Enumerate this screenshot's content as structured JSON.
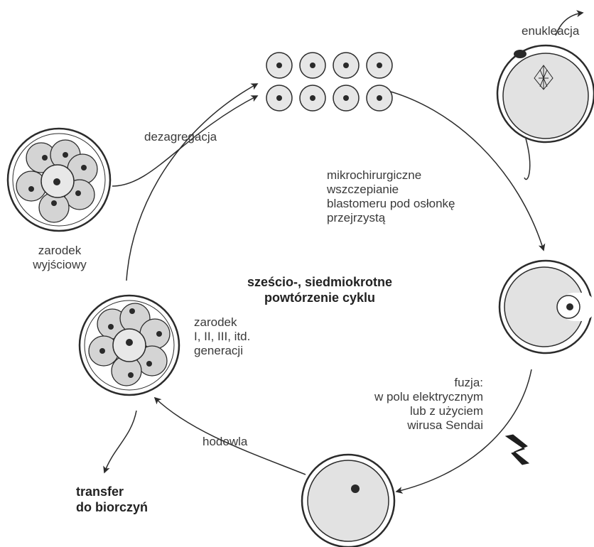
{
  "labels": {
    "enukleacja": "enukleacja",
    "dezagregacja": "dezagregacja",
    "mikrochirurgia": "mikrochirurgiczne\nwszczepianie\nblastomeru pod osłonkę\nprzejrzystą",
    "zarodek_wyjsciowy": "zarodek\nwyjściowy",
    "powtorzenie": "sześcio-, siedmiokrotne\npowtórzenie cyklu",
    "zarodek_generacji": "zarodek\nI, II, III,  itd.\ngeneracji",
    "fuzja": "fuzja:\nw polu elektrycznym\nlub z użyciem\nwirusa Sendai",
    "hodowla": "hodowla",
    "transfer": "transfer\ndo biorczyń"
  },
  "colors": {
    "line": "#2b2b2b",
    "fill_light": "#e2e2e2",
    "fill_cell": "#d4d4d4",
    "nucleus": "#2a2a2a"
  }
}
